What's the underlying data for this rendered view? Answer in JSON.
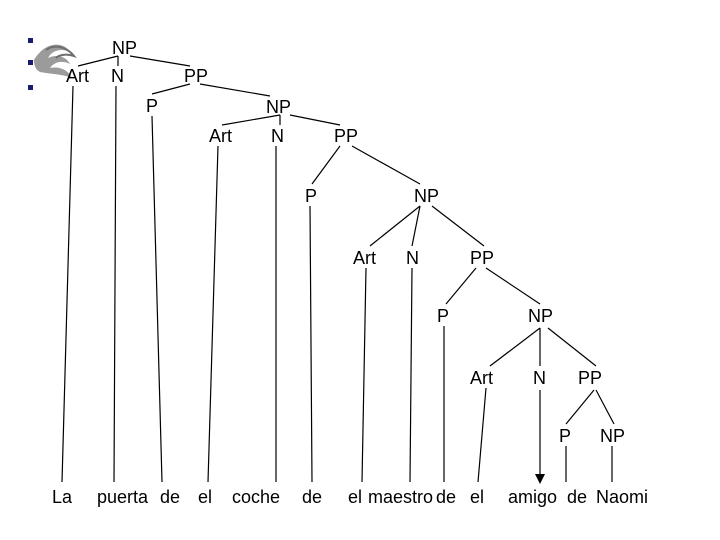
{
  "logo": {
    "icon": "flame-swirl-logo-icon"
  },
  "nodes": {
    "np1": "NP",
    "art1": "Art",
    "n1": "N",
    "pp1": "PP",
    "p1": "P",
    "np2": "NP",
    "art2": "Art",
    "n2": "N",
    "pp2": "PP",
    "p2": "P",
    "np3": "NP",
    "art3": "Art",
    "n3": "N",
    "pp3": "PP",
    "p3": "P",
    "np4": "NP",
    "art4": "Art",
    "n4": "N",
    "pp4": "PP",
    "p4": "P",
    "np5": "NP"
  },
  "words": {
    "w1": "La",
    "w2": "puerta",
    "w3": "de",
    "w4": "el",
    "w5": "coche",
    "w6": "de",
    "w7": "el",
    "w8": "maestro",
    "w9": "de",
    "w10": "el",
    "w11": "amigo",
    "w12": "de",
    "w13": "Naomi"
  }
}
